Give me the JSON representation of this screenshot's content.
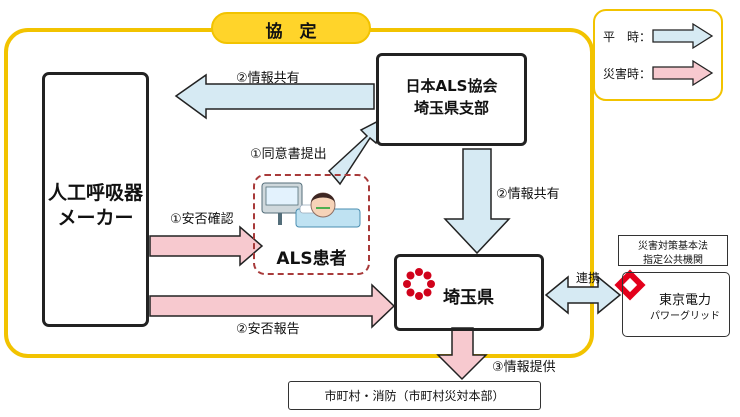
{
  "agreement_label": "協　定",
  "legend": {
    "normal_label": "平　時：",
    "disaster_label": "災害時：",
    "normal_color": "#d6eaf3",
    "disaster_color": "#f7c9cf"
  },
  "nodes": {
    "maker_line1": "人工呼吸器",
    "maker_line2": "メーカー",
    "jals_line1": "日本ALS協会",
    "jals_line2": "埼玉県支部",
    "patient": "ALS患者",
    "saitama": "埼玉県",
    "tepco_line1": "東京電力",
    "tepco_line2": "パワーグリッド",
    "tepco_note_line1": "災害対策基本法",
    "tepco_note_line2": "指定公共機関",
    "municipal": "市町村・消防（市町村災対本部）"
  },
  "arrows": {
    "info_share_1": "②情報共有",
    "consent": "①同意書提出",
    "info_share_2": "②情報共有",
    "safety_check": "①安否確認",
    "safety_report": "②安否報告",
    "info_provide": "③情報提供",
    "liaison": "連携"
  },
  "colors": {
    "agreement_border": "#f2c300",
    "agreement_tab": "#ffd42a",
    "patient_border": "#a83a3a"
  },
  "icons": [
    "ventilator-icon",
    "patient-in-bed-icon",
    "saitama-logo-icon",
    "tepco-logo-icon"
  ]
}
